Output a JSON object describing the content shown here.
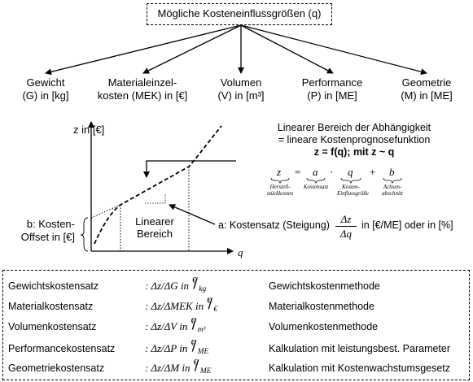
{
  "title": "Mögliche Kosteneinflussgrößen (q)",
  "categories": [
    {
      "line1": "Gewicht",
      "line2": "(G) in [kg]"
    },
    {
      "line1": "Materialeinzel-",
      "line2": "kosten (MEK) in [€]"
    },
    {
      "line1": "Volumen",
      "line2": "(V) in [m³]"
    },
    {
      "line1": "Performance",
      "line2": "(P) in [ME]"
    },
    {
      "line1": "Geometrie",
      "line2": "(M) in [ME]"
    }
  ],
  "graph": {
    "y_axis_label": "z in [€]",
    "x_axis_label": "q",
    "linear_region_label": "Linearer Bereich",
    "offset_label_line1": "b: Kosten-",
    "offset_label_line2": "Offset in [€]"
  },
  "explanation": {
    "line1": "Linearer Bereich der Abhängigkeit",
    "line2": "= lineare Kostenprognosefunktion",
    "formula": "z = f(q); mit z ~ q",
    "eq_z": "z",
    "eq_a": "a",
    "eq_q": "q",
    "eq_b": "b",
    "sub_z": "Herstell-stückkosten",
    "sub_a": "Kostensatz",
    "sub_q": "Kosten-Einflussgröße",
    "sub_b": "Achsen-abschnitt",
    "slope_prefix": "a: Kostensatz (Steigung)",
    "slope_num": "Δz",
    "slope_den": "Δq",
    "slope_suffix": "in [€/ME] oder in [%]"
  },
  "rows": [
    {
      "name": "Gewichtskostensatz",
      "formula": ": Δz/ΔG  in",
      "unit_num": "€",
      "unit_den": "kg",
      "method": "Gewichtskostenmethode"
    },
    {
      "name": "Materialkostensatz",
      "formula": ": Δz/ΔMEK  in",
      "unit_num": "€",
      "unit_den": "€",
      "method": "Materialkostenmethode"
    },
    {
      "name": "Volumenkostensatz",
      "formula": ": Δz/ΔV  in",
      "unit_num": "€",
      "unit_den": "m³",
      "method": "Volumenkostenmethode"
    },
    {
      "name": "Performancekostensatz",
      "formula": ": Δz/ΔP  in",
      "unit_num": "€",
      "unit_den": "ME",
      "method": "Kalkulation mit leistungsbest. Parameter"
    },
    {
      "name": "Geometriekostensatz",
      "formula": ": Δz/ΔM  in",
      "unit_num": "€",
      "unit_den": "ME",
      "method": "Kalkulation mit Kostenwachstumsgesetz"
    }
  ]
}
